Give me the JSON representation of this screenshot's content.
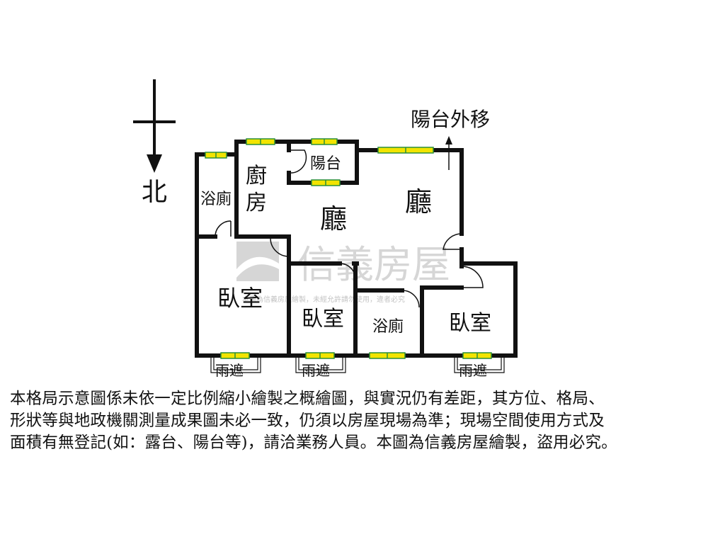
{
  "compass": {
    "north_label": "北"
  },
  "annotations": {
    "balcony_move": "陽台外移"
  },
  "rooms": {
    "bathroom_left": "浴廁",
    "kitchen_1": "廚",
    "kitchen_2": "房",
    "balcony": "陽台",
    "hall_center": "廳",
    "hall_right": "廳",
    "bedroom_left": "臥室",
    "bedroom_mid": "臥室",
    "bathroom_mid": "浴廁",
    "bedroom_right": "臥室"
  },
  "rain_covers": [
    "雨遮",
    "雨遮",
    "雨遮"
  ],
  "watermark": {
    "brand": "信義房屋",
    "notice": "本圖為信義房屋繪製，未經允許請勿使用，違者必究"
  },
  "disclaimer": {
    "line1": "本格局示意圖係未依一定比例縮小繪製之概繪圖，與實況仍有差距，其方位、格局、",
    "line2": "形狀等與地政機關測量成果圖未必一致，仍須以房屋現場為準；現場空間使用方式及",
    "line3": "面積有無登記(如：露台、陽台等)，請洽業務人員。本圖為信義房屋繪製，盜用必究。"
  },
  "colors": {
    "wall": "#111111",
    "window_fill": "#f2e400",
    "window_line": "#2a8f3a",
    "watermark": "#c8c8c8",
    "watermark_logo": "#cfcfcf"
  }
}
